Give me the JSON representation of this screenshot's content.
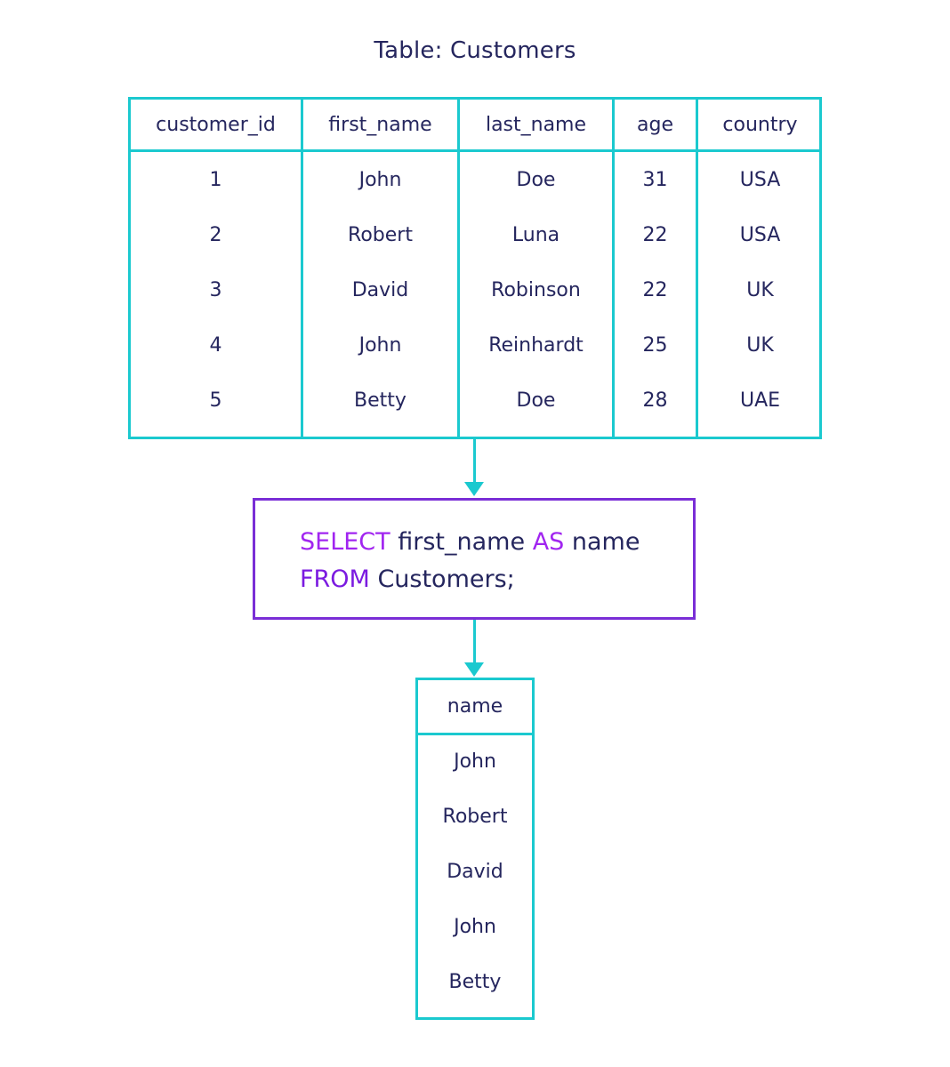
{
  "title": "Table: Customers",
  "customers": {
    "columns": [
      "customer_id",
      "first_name",
      "last_name",
      "age",
      "country"
    ],
    "rows": [
      [
        "1",
        "John",
        "Doe",
        "31",
        "USA"
      ],
      [
        "2",
        "Robert",
        "Luna",
        "22",
        "USA"
      ],
      [
        "3",
        "David",
        "Robinson",
        "22",
        "UK"
      ],
      [
        "4",
        "John",
        "Reinhardt",
        "25",
        "UK"
      ],
      [
        "5",
        "Betty",
        "Doe",
        "28",
        "UAE"
      ]
    ]
  },
  "query": {
    "kw_select": "SELECT",
    "select_expr": "first_name",
    "kw_as": "AS",
    "alias": "name",
    "kw_from": "FROM",
    "table": "Customers;"
  },
  "result": {
    "column": "name",
    "rows": [
      "John",
      "Robert",
      "David",
      "John",
      "Betty"
    ]
  },
  "colors": {
    "table_border": "#1bc9cf",
    "query_border": "#7a2ed6",
    "keyword": "#a125f0",
    "text": "#25265e"
  }
}
